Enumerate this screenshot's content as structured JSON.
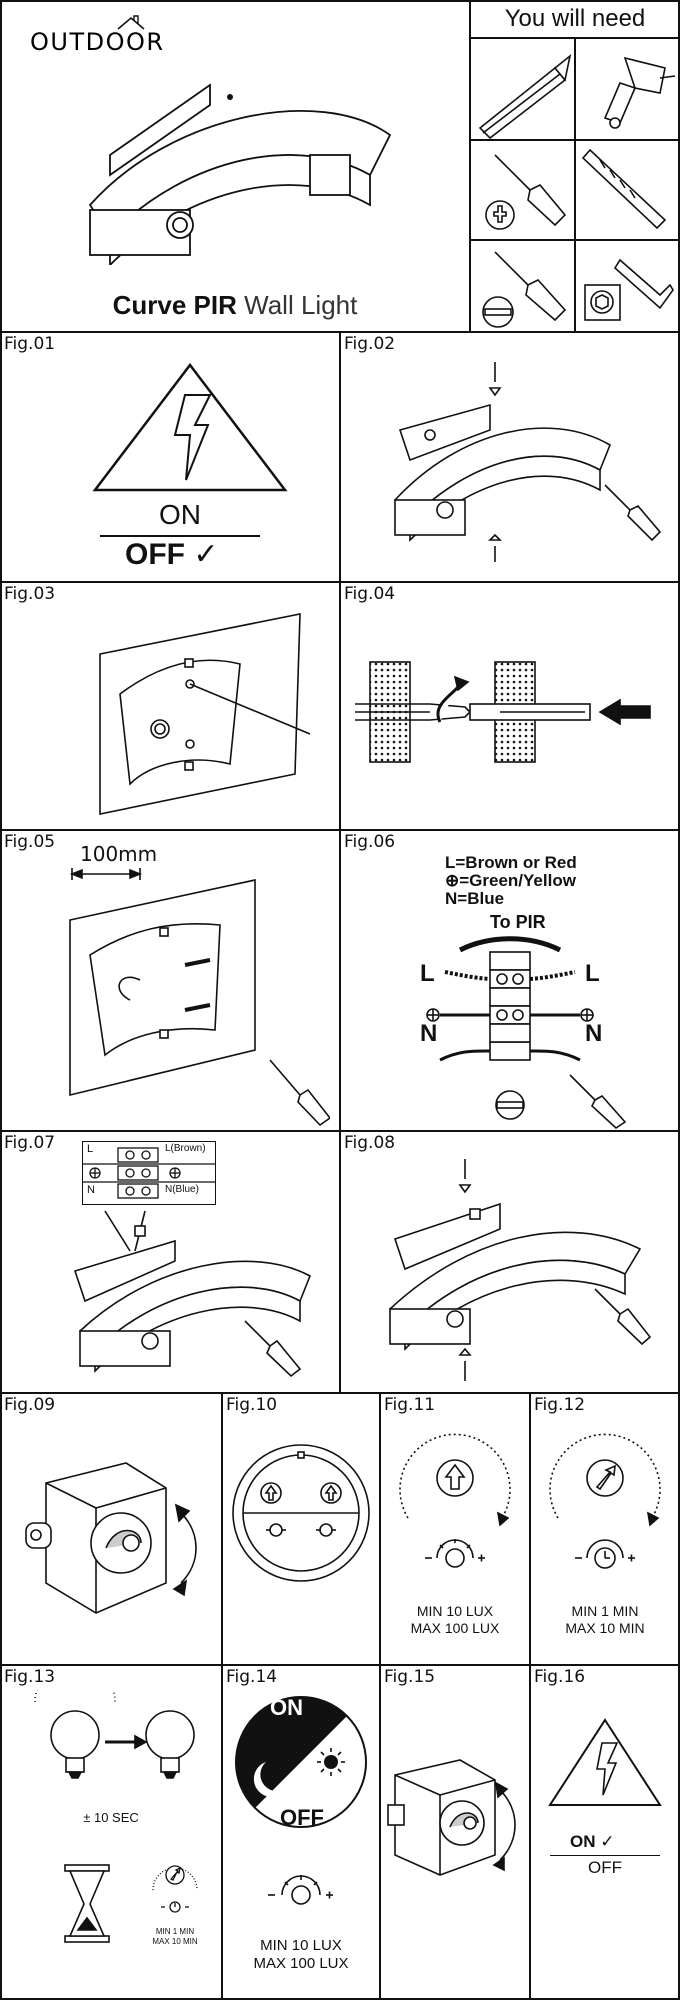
{
  "header": {
    "brand": "OUTDOOR",
    "title_bold": "Curve PIR",
    "title_light": "Wall Light",
    "tools_heading": "You will need",
    "tools": [
      "pencil-icon",
      "drill-icon",
      "phillips-screwdriver-icon",
      "drill-bit-icon",
      "flathead-screwdriver-icon",
      "allen-key-icon"
    ]
  },
  "figures": {
    "f01": {
      "label": "Fig.01",
      "on": "ON",
      "off": "OFF",
      "tick": "✓"
    },
    "f02": {
      "label": "Fig.02"
    },
    "f03": {
      "label": "Fig.03"
    },
    "f04": {
      "label": "Fig.04"
    },
    "f05": {
      "label": "Fig.05",
      "distance": "100mm"
    },
    "f06": {
      "label": "Fig.06",
      "legend": [
        "L=Brown or Red",
        "⊕=Green/Yellow",
        "N=Blue"
      ],
      "to_pir": "To PIR",
      "live": "L",
      "neutral": "N"
    },
    "f07": {
      "label": "Fig.07",
      "term_l": "L",
      "term_n": "N",
      "wire_l": "L(Brown)",
      "wire_n": "N(Blue)"
    },
    "f08": {
      "label": "Fig.08"
    },
    "f09": {
      "label": "Fig.09"
    },
    "f10": {
      "label": "Fig.10"
    },
    "f11": {
      "label": "Fig.11",
      "line1": "MIN 10 LUX",
      "line2": "MAX 100 LUX"
    },
    "f12": {
      "label": "Fig.12",
      "line1": "MIN 1 MIN",
      "line2": "MAX 10 MIN"
    },
    "f13": {
      "label": "Fig.13",
      "time": "± 10 SEC",
      "small1": "MIN 1 MIN",
      "small2": "MAX 10 MIN"
    },
    "f14": {
      "label": "Fig.14",
      "on": "ON",
      "off": "OFF",
      "line1": "MIN 10 LUX",
      "line2": "MAX 100 LUX"
    },
    "f15": {
      "label": "Fig.15"
    },
    "f16": {
      "label": "Fig.16",
      "on": "ON",
      "off": "OFF",
      "tick": "✓"
    }
  }
}
